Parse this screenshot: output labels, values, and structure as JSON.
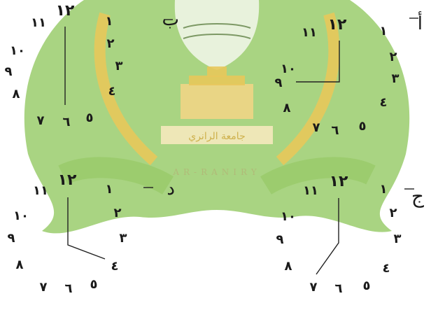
{
  "watermark": {
    "university_name": "جامعة الرانري",
    "latin_text": "AR-RANIRY",
    "colors": {
      "green": "#7fbf4f",
      "yellow": "#e6c24a",
      "dark": "#5a7d3a"
    }
  },
  "clocks": [
    {
      "id": "a",
      "label": "أ",
      "numerals": [
        "١",
        "٢",
        "٣",
        "٤",
        "٥",
        "٦",
        "٧",
        "٨",
        "٩",
        "١٠",
        "١١",
        "١٢"
      ],
      "time_shown": "٩"
    },
    {
      "id": "b",
      "label": "ب",
      "numerals": [
        "١",
        "٢",
        "٣",
        "٤",
        "٥",
        "٦",
        "٧",
        "٨",
        "٩",
        "١٠",
        "١١",
        "١٢"
      ],
      "time_shown": "٦"
    },
    {
      "id": "c",
      "label": "ج",
      "numerals": [
        "١",
        "٢",
        "٣",
        "٤",
        "٥",
        "٦",
        "٧",
        "٨",
        "٩",
        "١٠",
        "١١",
        "١٢"
      ],
      "time_shown": "٧"
    },
    {
      "id": "d",
      "label": "د",
      "numerals": [
        "١",
        "٢",
        "٣",
        "٤",
        "٥",
        "٦",
        "٧",
        "٨",
        "٩",
        "١٠",
        "١١",
        "١٢"
      ],
      "time_shown": "٤"
    }
  ]
}
